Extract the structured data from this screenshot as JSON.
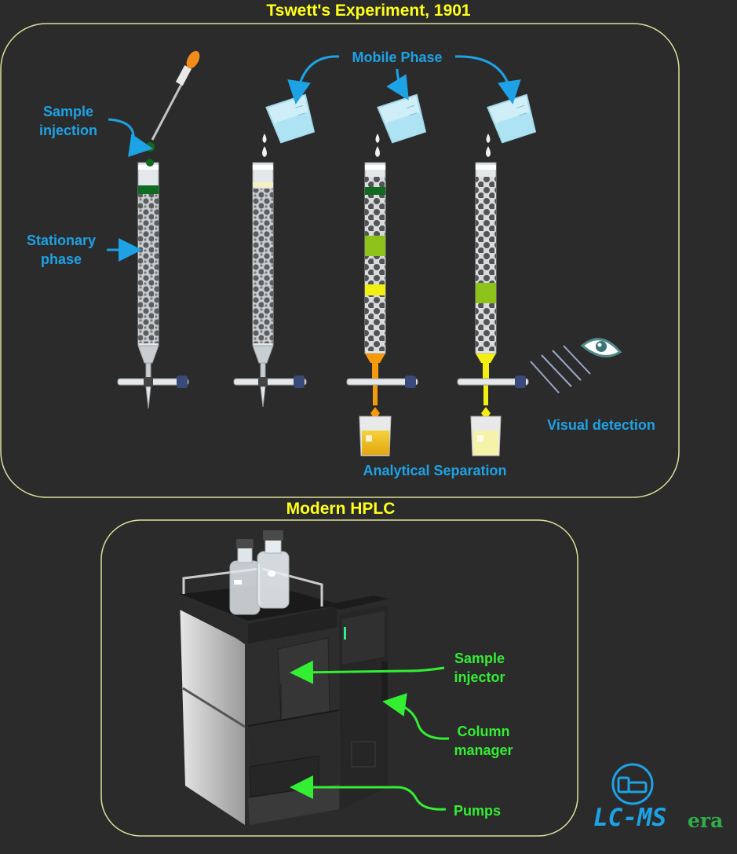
{
  "titles": {
    "tswett": "Tswett's Experiment, 1901",
    "modern": "Modern HPLC"
  },
  "labels": {
    "sample_injection_line1": "Sample",
    "sample_injection_line2": "injection",
    "mobile_phase": "Mobile Phase",
    "stationary_phase_line1": "Stationary",
    "stationary_phase_line2": "phase",
    "visual_detection": "Visual detection",
    "analytical_separation": "Analytical Separation"
  },
  "hplc_labels": {
    "sample_injector_line1": "Sample",
    "sample_injector_line2": "injector",
    "column_manager_line1": "Column",
    "column_manager_line2": "manager",
    "pumps": "Pumps"
  },
  "logo": {
    "name": "LC-MS",
    "suffix": "era",
    "icon": "lcms-instrument-icon"
  },
  "colors": {
    "title": "#ffff1a",
    "label_blue": "#1ea2e6",
    "label_green": "#33ee33",
    "band_dark_green": "#0f6b1f",
    "band_green": "#8cc21a",
    "band_yellow": "#f4ef12",
    "eluent_orange": "#f59a0b"
  }
}
